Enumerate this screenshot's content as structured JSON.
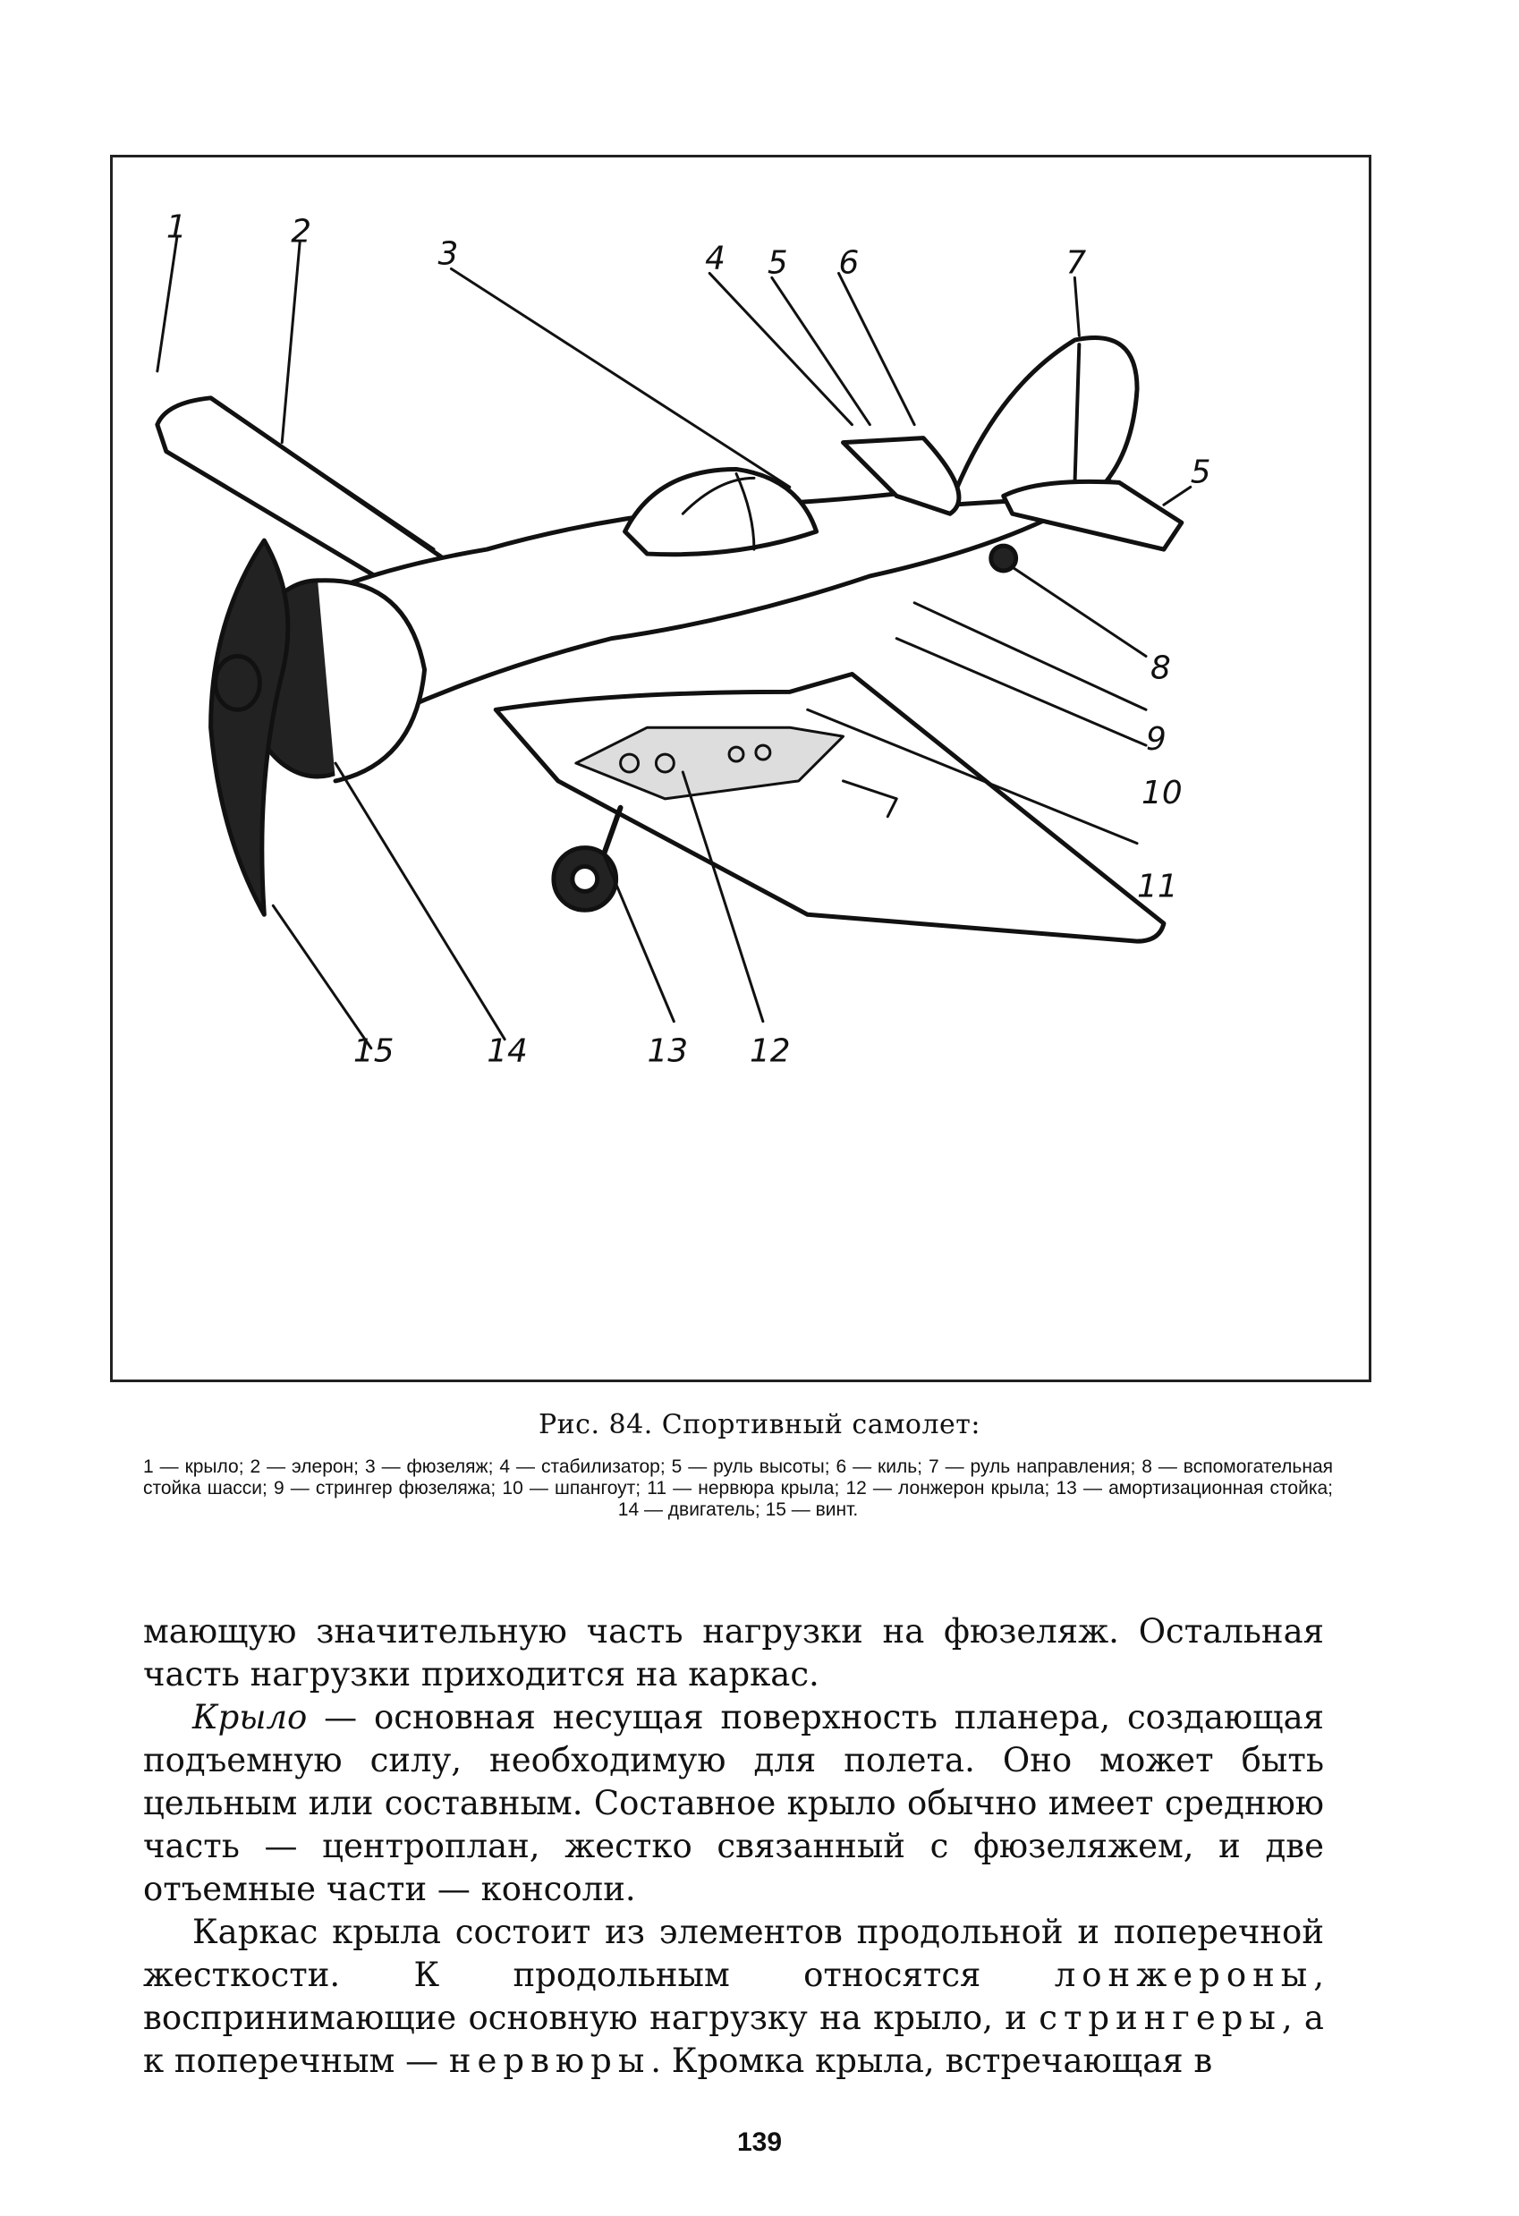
{
  "figure": {
    "callouts": [
      "1",
      "2",
      "3",
      "4",
      "5",
      "6",
      "7",
      "5",
      "8",
      "9",
      "10",
      "11",
      "12",
      "13",
      "14",
      "15"
    ],
    "caption_title": "Рис. 84. Спортивный самолет:",
    "legend": "1 — крыло; 2 — элерон; 3 — фюзеляж; 4 — стабилизатор; 5 — руль высоты; 6 — киль; 7 — руль направления; 8 — вспомогательная стойка шасси; 9 — стрингер фюзеляжа; 10 — шпангоут; 11 — нервюра крыла; 12 — лонжерон крыла; 13 — амортизационная стойка; 14 — двигатель; 15 — винт."
  },
  "body": {
    "p1": "мающую значительную часть нагрузки на фюзеляж. Остальная часть нагрузки приходится на каркас.",
    "p2_term": "Крыло",
    "p2_rest": " — основная несущая поверхность планера, создающая подъемную силу, необходимую для полета. Оно может быть цельным или составным. Составное крыло обычно имеет среднюю часть — центроплан, жестко связанный с фюзеляжем, и две отъемные части — консоли.",
    "p3_a": "Каркас крыла состоит из элементов продольной и поперечной жесткости. К продольным относятся ",
    "p3_term1": "лонжероны",
    "p3_b": ", воспринимающие основную нагрузку на крыло, и ",
    "p3_term2": "стрингеры",
    "p3_c": ", а к поперечным — ",
    "p3_term3": "нервюры",
    "p3_d": ". Кромка крыла, встречающая в"
  },
  "page_number": "139"
}
